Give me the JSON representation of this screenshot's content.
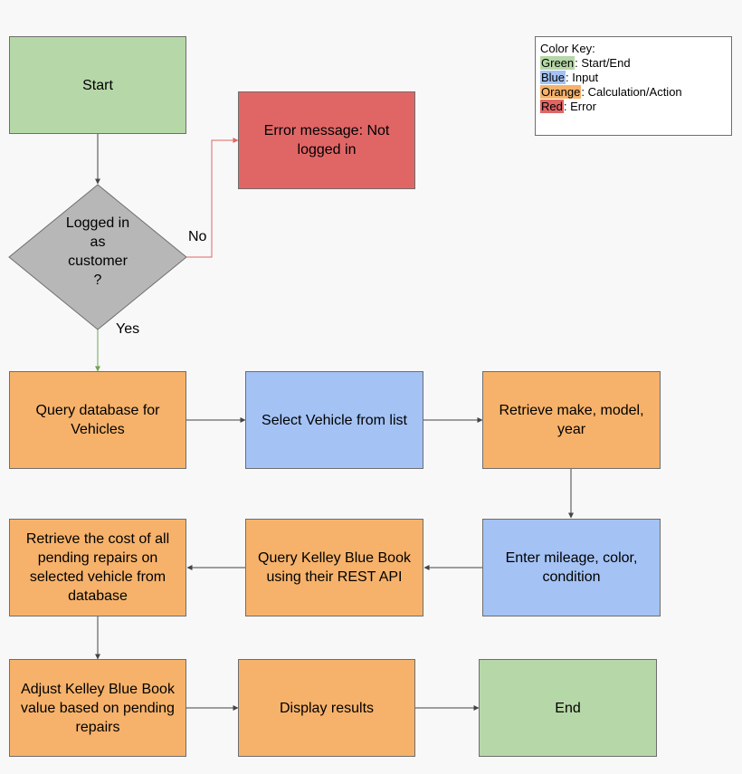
{
  "nodes": {
    "start": "Start",
    "error": "Error message: Not logged in",
    "decision": [
      "Logged in",
      "as",
      "customer",
      "?"
    ],
    "query_db": "Query database for Vehicles",
    "select_vehicle": "Select Vehicle from list",
    "retrieve_make": "Retrieve make, model, year",
    "enter_mileage": "Enter mileage, color, condition",
    "query_kbb": "Query Kelley Blue Book using their REST API",
    "retrieve_cost": "Retrieve the cost of all pending repairs on selected vehicle from database",
    "adjust_value": "Adjust Kelley Blue Book value based on pending repairs",
    "display": "Display results",
    "end": "End"
  },
  "edge_labels": {
    "no": "No",
    "yes": "Yes"
  },
  "legend": {
    "title": "Color Key:",
    "items": [
      {
        "swatch": "Green",
        "text": ": Start/End",
        "color": "#b6d7a8"
      },
      {
        "swatch": "Blue",
        "text": ": Input",
        "color": "#a4c2f4"
      },
      {
        "swatch": "Orange",
        "text": ": Calculation/Action",
        "color": "#f6b26b"
      },
      {
        "swatch": "Red",
        "text": ": Error",
        "color": "#e06666"
      }
    ]
  },
  "colors": {
    "start_end": "#b6d7a8",
    "input": "#a4c2f4",
    "action": "#f6b26b",
    "error": "#e06666",
    "decision": "#b7b7b7",
    "no_edge": "#e06666",
    "yes_edge": "#6aa84f",
    "edge": "#444444"
  }
}
